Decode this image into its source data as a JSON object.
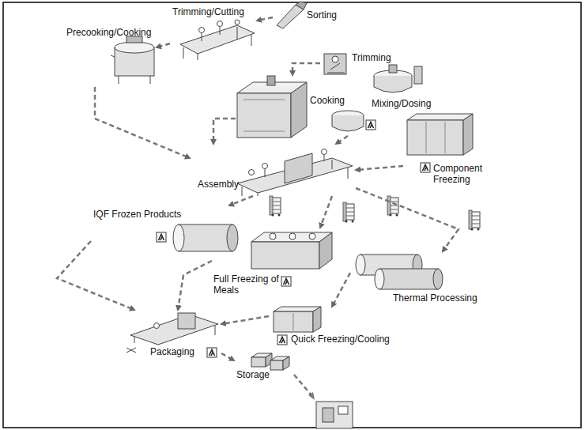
{
  "diagram": {
    "nodes": [
      {
        "text": [
          "Sorting"
        ]
      },
      {
        "text": [
          "Trimming/Cutting"
        ]
      },
      {
        "text": [
          "Trimming"
        ]
      },
      {
        "text": [
          "Precooking/Cooking"
        ]
      },
      {
        "text": [
          "Cooking"
        ]
      },
      {
        "text": [
          "Mixing/Dosing"
        ]
      },
      {
        "text": [
          "Component Freezing"
        ]
      },
      {
        "text": [
          "Assembly"
        ]
      },
      {
        "text": [
          "IQF Frozen Products"
        ]
      },
      {
        "text": [
          "Full Freezing of Meals"
        ]
      },
      {
        "text": [
          "Thermal Processing"
        ]
      },
      {
        "text": [
          "Quick Freezing/Cooling"
        ]
      },
      {
        "text": [
          "Packaging"
        ]
      },
      {
        "text": [
          "Storage"
        ]
      }
    ],
    "edges": [
      {
        "from": 0,
        "to": 1,
        "arrow": "to"
      },
      {
        "from": 2,
        "to": 4,
        "arrow": "to"
      },
      {
        "from": 1,
        "to": 3,
        "arrow": "to"
      },
      {
        "from": 3,
        "to": 7,
        "arrow": "to"
      },
      {
        "from": 4,
        "to": 7,
        "arrow": "to"
      },
      {
        "from": 5,
        "to": 7,
        "arrow": "to"
      },
      {
        "from": 6,
        "to": 7,
        "arrow": "to"
      },
      {
        "from": 7,
        "to": 8,
        "arrow": "to"
      },
      {
        "from": 7,
        "to": 9,
        "arrow": "to"
      },
      {
        "from": 7,
        "to": 10,
        "arrow": "to"
      },
      {
        "from": 10,
        "to": 11,
        "arrow": "to"
      },
      {
        "from": 8,
        "to": 12,
        "arrow": "to"
      },
      {
        "from": 9,
        "to": 12,
        "arrow": "to"
      },
      {
        "from": 11,
        "to": 12,
        "arrow": "to"
      },
      {
        "from": 12,
        "to": 13,
        "arrow": "to"
      }
    ]
  }
}
